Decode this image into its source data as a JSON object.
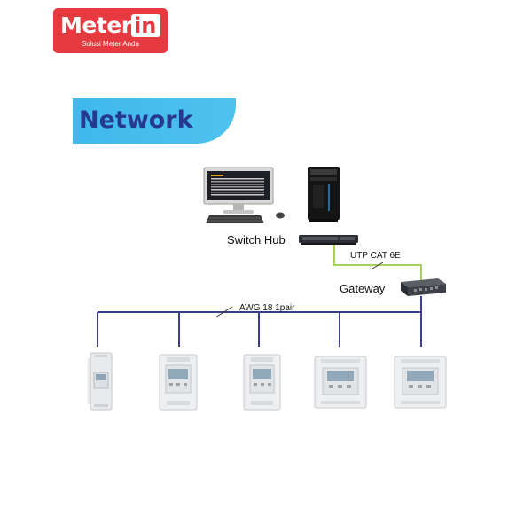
{
  "logo": {
    "word": "Meter",
    "accent": "in",
    "tagline": "Solusi Meter Anda"
  },
  "banner": {
    "title": "Network"
  },
  "diagram": {
    "labels": {
      "switch_hub": "Switch Hub",
      "utp": "UTP CAT 6E",
      "gateway": "Gateway",
      "awg": "AWG 18 1pair"
    },
    "meters": [
      "din-rail-meter-slim",
      "din-rail-meter",
      "din-rail-meter",
      "three-phase-meter",
      "three-phase-meter"
    ]
  },
  "colors": {
    "brand_red": "#e53a3f",
    "banner_blue": "#4fc2ee",
    "banner_text": "#253a8e",
    "bus_line": "#3a3f8f",
    "utp_line": "#a7cf5c"
  }
}
